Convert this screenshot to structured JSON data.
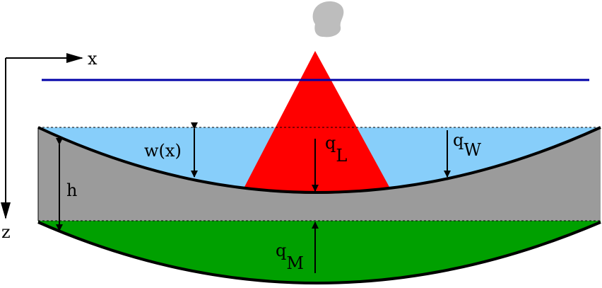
{
  "labels": {
    "x_axis": "x",
    "z_axis": "z",
    "deflection": "w(x)",
    "thickness": "h",
    "q_load": {
      "base": "q",
      "sub": "L"
    },
    "q_water": {
      "base": "q",
      "sub": "W"
    },
    "q_mantle": {
      "base": "q",
      "sub": "M"
    }
  },
  "colors": {
    "water": "#87CEFA",
    "plate": "#9b9b9b",
    "mantle": "#00a000",
    "volcano": "#ff0000",
    "sea_level": "#0000a8",
    "smoke": "#bdbdbd",
    "outline": "#000000"
  }
}
